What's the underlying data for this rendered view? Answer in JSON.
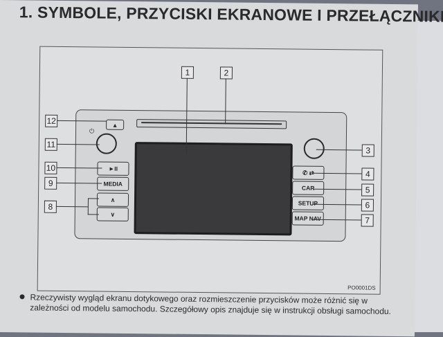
{
  "heading": "1. SYMBOLE, PRZYCISKI EKRANOWE I PRZEŁĄCZNIKI",
  "figure": {
    "code": "PO0001DS",
    "callouts": [
      "1",
      "2",
      "3",
      "4",
      "5",
      "6",
      "7",
      "8",
      "9",
      "10",
      "11",
      "12"
    ],
    "buttons": {
      "eject": "▲",
      "play_pause": "►II",
      "media": "MEDIA",
      "up": "∧",
      "down": "∨",
      "phone": "✆ ⇄",
      "car": "CAR",
      "setup": "SETUP",
      "map_nav": "MAP NAV"
    },
    "power_symbol": "⏻"
  },
  "note": "Rzeczywisty wygląd ekranu dotykowego oraz rozmieszczenie przycisków może różnić się w zależności od modelu samochodu. Szczegółowy opis znajduje się w instrukcji obsługi samochodu."
}
